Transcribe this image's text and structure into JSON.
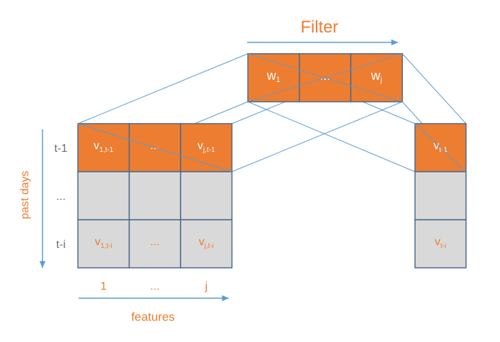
{
  "colors": {
    "orange": "#ed7d31",
    "gray_fill": "#d9d9d9",
    "cell_stroke": "#4a6a8c",
    "line_blue": "#5b9bd5",
    "text_white": "#ffffff",
    "text_orange": "#ed7d31",
    "text_gray": "#6e6e6e"
  },
  "filter": {
    "title": "Filter",
    "cells": [
      {
        "main": "w",
        "sub": "1"
      },
      {
        "main": "...",
        "sub": ""
      },
      {
        "main": "w",
        "sub": "j"
      }
    ]
  },
  "input": {
    "axis_label": "past days",
    "row_labels": [
      "t-1",
      "...",
      "t-i"
    ],
    "rows": [
      [
        {
          "main": "v",
          "sub": "1,t-1"
        },
        {
          "main": "...",
          "sub": ""
        },
        {
          "main": "v",
          "sub": "j,t-1"
        }
      ],
      [
        {
          "main": "",
          "sub": ""
        },
        {
          "main": "",
          "sub": ""
        },
        {
          "main": "",
          "sub": ""
        }
      ],
      [
        {
          "main": "v",
          "sub": "1,t-i"
        },
        {
          "main": "...",
          "sub": ""
        },
        {
          "main": "v",
          "sub": "j,t-i"
        }
      ]
    ],
    "col_labels": [
      "1",
      "...",
      "j"
    ],
    "features_label": "features"
  },
  "output": {
    "cells": [
      {
        "main": "v",
        "sub": "t-1"
      },
      {
        "main": "",
        "sub": ""
      },
      {
        "main": "v",
        "sub": "t-i"
      }
    ]
  }
}
